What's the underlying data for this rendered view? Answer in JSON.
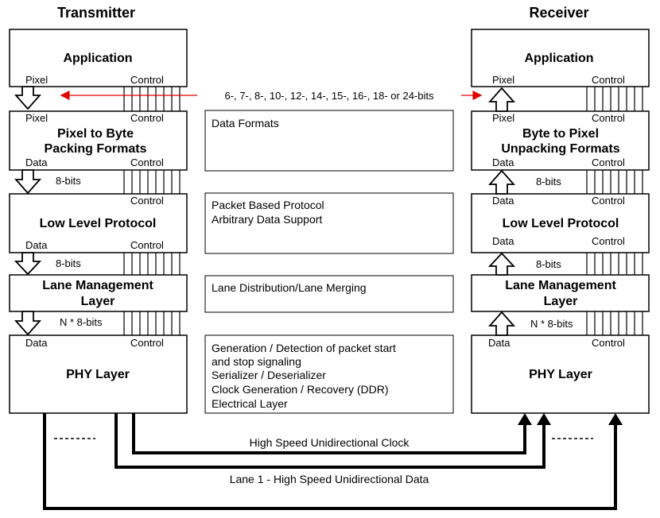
{
  "transmitter": {
    "title": "Transmitter",
    "application": "Application",
    "pixel": "Pixel",
    "control": "Control",
    "packing_line1": "Pixel to Byte",
    "packing_line2": "Packing Formats",
    "data": "Data",
    "low_level": "Low Level Protocol",
    "lane_mgmt_line1": "Lane Management",
    "lane_mgmt_line2": "Layer",
    "phy": "PHY Layer"
  },
  "receiver": {
    "title": "Receiver",
    "application": "Application",
    "pixel": "Pixel",
    "control": "Control",
    "unpacking_line1": "Byte to Pixel",
    "unpacking_line2": "Unpacking Formats",
    "data": "Data",
    "low_level": "Low Level Protocol",
    "lane_mgmt_line1": "Lane Management",
    "lane_mgmt_line2": "Layer",
    "phy": "PHY Layer"
  },
  "widths": {
    "pixel_bits": "6-, 7-, 8-, 10-, 12-, 14-, 15-, 16-, 18- or 24-bits",
    "eight_bits": "8-bits",
    "n_eight_bits": "N * 8-bits"
  },
  "descriptions": {
    "data_formats": "Data Formats",
    "packet_line1": "Packet Based Protocol",
    "packet_line2": "Arbitrary Data Support",
    "lane_distribution": "Lane Distribution/Lane Merging",
    "phy_line1": "Generation / Detection of packet start",
    "phy_line2": "and stop signaling",
    "phy_line3": "Serializer / Deserializer",
    "phy_line4": "Clock Generation / Recovery (DDR)",
    "phy_line5": "Electrical Layer"
  },
  "links": {
    "clock": "High Speed Unidirectional Clock",
    "lane1": "Lane 1 - High Speed Unidirectional Data"
  },
  "colors": {
    "ink": "#000000",
    "accent_arrow": "#e00000"
  }
}
